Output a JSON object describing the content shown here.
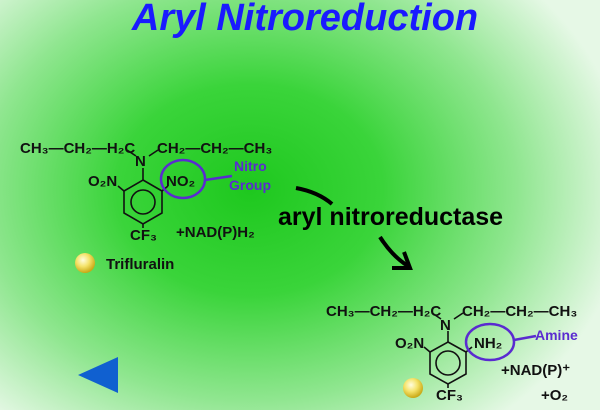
{
  "title": "Aryl Nitroreduction",
  "enzyme_label": "aryl nitroreductase",
  "reactant": {
    "chain_left": "CH₃—CH₂—H₂C",
    "nitrogen": "N",
    "chain_right": "CH₂—CH₂—CH₃",
    "left_group": "O₂N",
    "right_group": "NO₂",
    "para_group": "CF₃",
    "cofactor": "+NAD(P)H₂",
    "annotation_line1": "Nitro",
    "annotation_line2": "Group",
    "name": "Trifluralin"
  },
  "product": {
    "chain_left": "CH₃—CH₂—H₂C",
    "nitrogen": "N",
    "chain_right": "CH₂—CH₂—CH₃",
    "left_group": "O₂N",
    "right_group": "NH₂",
    "para_group": "CF₃",
    "cofactor": "+NAD(P)⁺",
    "oxygen": "+O₂",
    "annotation": "Amine"
  },
  "colors": {
    "title": "#1a1aff",
    "annotation": "#5a2bd0",
    "nav": "#1060d0"
  }
}
